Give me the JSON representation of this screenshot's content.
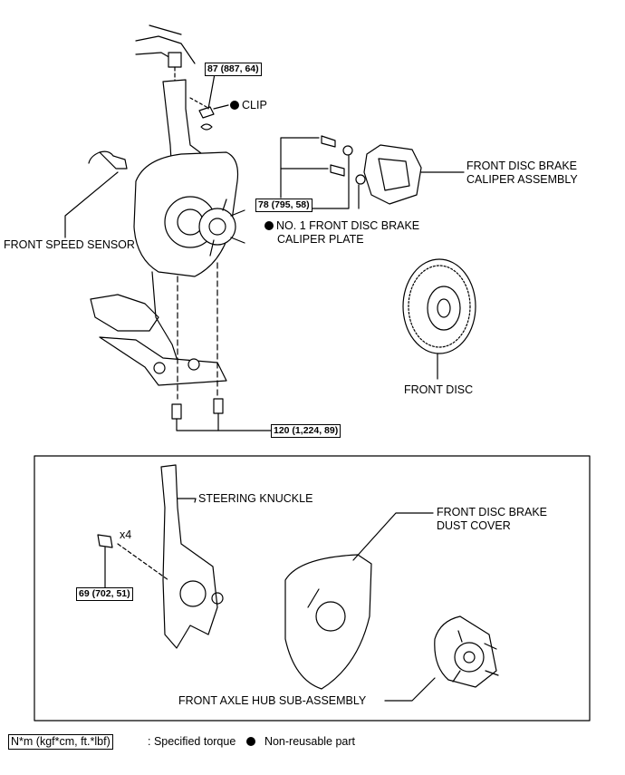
{
  "labels": {
    "clip": "CLIP",
    "front_speed_sensor": "FRONT SPEED SENSOR",
    "caliper_assembly_line1": "FRONT DISC BRAKE",
    "caliper_assembly_line2": "CALIPER ASSEMBLY",
    "caliper_plate_line1": "NO. 1 FRONT DISC BRAKE",
    "caliper_plate_line2": "CALIPER PLATE",
    "front_disc": "FRONT DISC",
    "steering_knuckle": "STEERING KNUCKLE",
    "dust_cover_line1": "FRONT DISC BRAKE",
    "dust_cover_line2": "DUST COVER",
    "axle_hub": "FRONT AXLE HUB SUB-ASSEMBLY",
    "quantity_x4": "x4"
  },
  "torques": {
    "ball_joint_nut": "87 (887, 64)",
    "caliper_bolts": "78 (795, 58)",
    "lower_arm_bolts": "120 (1,224, 89)",
    "hub_bolts": "69 (702, 51)"
  },
  "legend": {
    "torque_unit": "N*m (kgf*cm, ft.*lbf)",
    "torque_desc": ": Specified torque",
    "nonreusable_desc": "Non-reusable part"
  },
  "colors": {
    "line": "#000000",
    "background": "#ffffff"
  }
}
